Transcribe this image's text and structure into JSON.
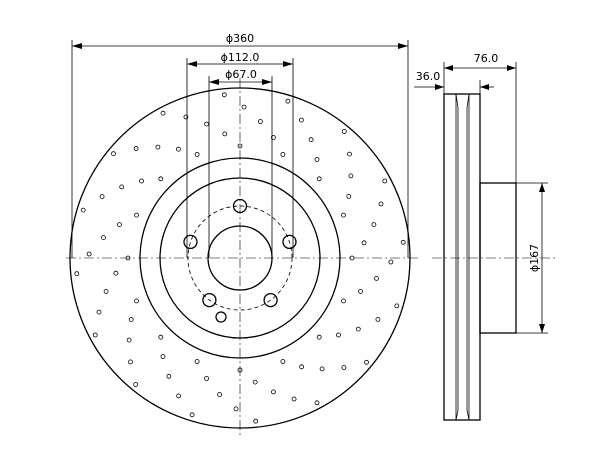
{
  "dimensions": {
    "outer_diameter": "ϕ360",
    "bolt_circle": "ϕ112.0",
    "center_bore": "ϕ67.0",
    "disc_thickness": "36.0",
    "overall_height": "76.0",
    "hat_diameter": "ϕ167"
  },
  "drawing": {
    "bolt_hole_count": 5,
    "has_locator_hole": true,
    "cross_drilled": true,
    "line_color": "#000000"
  }
}
